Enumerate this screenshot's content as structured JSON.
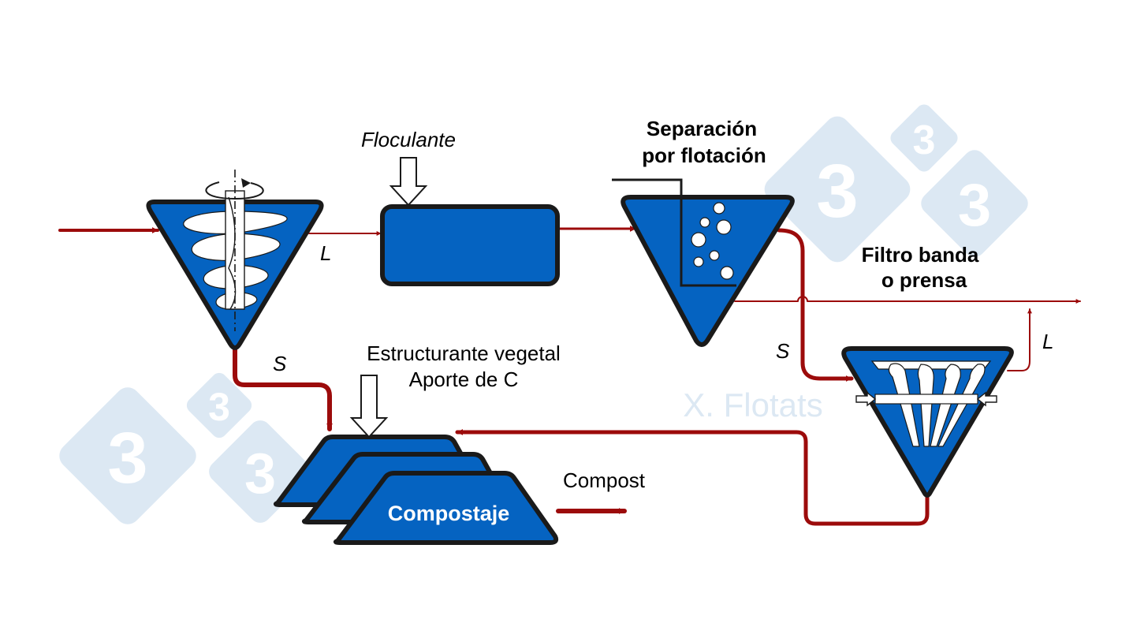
{
  "labels": {
    "floculante": "Floculante",
    "separacion_line1": "Separación",
    "separacion_line2": "por flotación",
    "filtro_line1": "Filtro banda",
    "filtro_line2": "o prensa",
    "estructurante_line1": "Estructurante vegetal",
    "estructurante_line2": "Aporte de C",
    "compostaje": "Compostaje",
    "compost": "Compost",
    "l_screw": "L",
    "s_screw": "S",
    "s_flotation": "S",
    "l_filter": "L"
  },
  "watermark": {
    "logo_digit": "3",
    "author": "X. Flotats"
  },
  "colors": {
    "vessel_fill": "#0563C1",
    "outline": "#1A1A1A",
    "flow": "#9C0B0B",
    "watermark": "#DCE8F3"
  }
}
